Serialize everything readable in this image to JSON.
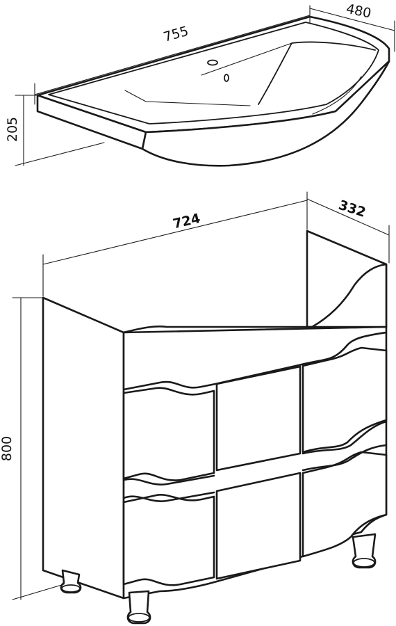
{
  "colors": {
    "line": "#1a1a1a",
    "background": "#ffffff"
  },
  "basin": {
    "width_label": "755",
    "depth_label": "480",
    "height_label": "205"
  },
  "cabinet": {
    "width_label": "724",
    "depth_label": "332",
    "height_label": "800"
  }
}
